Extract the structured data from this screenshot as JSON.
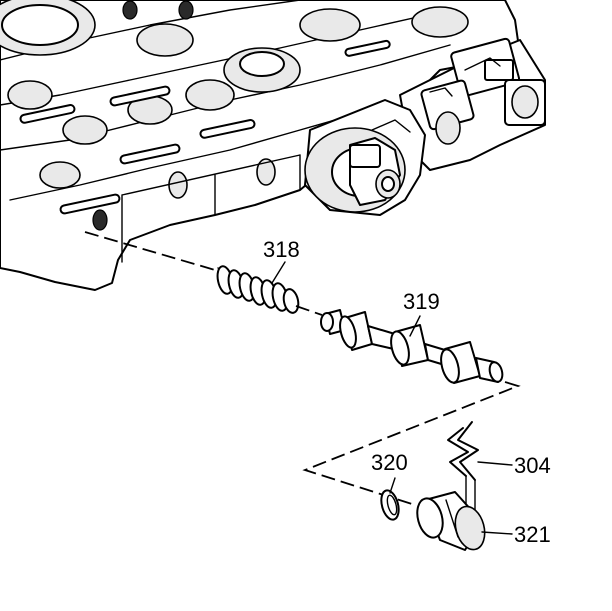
{
  "callouts": {
    "spring": "318",
    "valve": "319",
    "clip": "304",
    "seal": "320",
    "plug": "321"
  }
}
